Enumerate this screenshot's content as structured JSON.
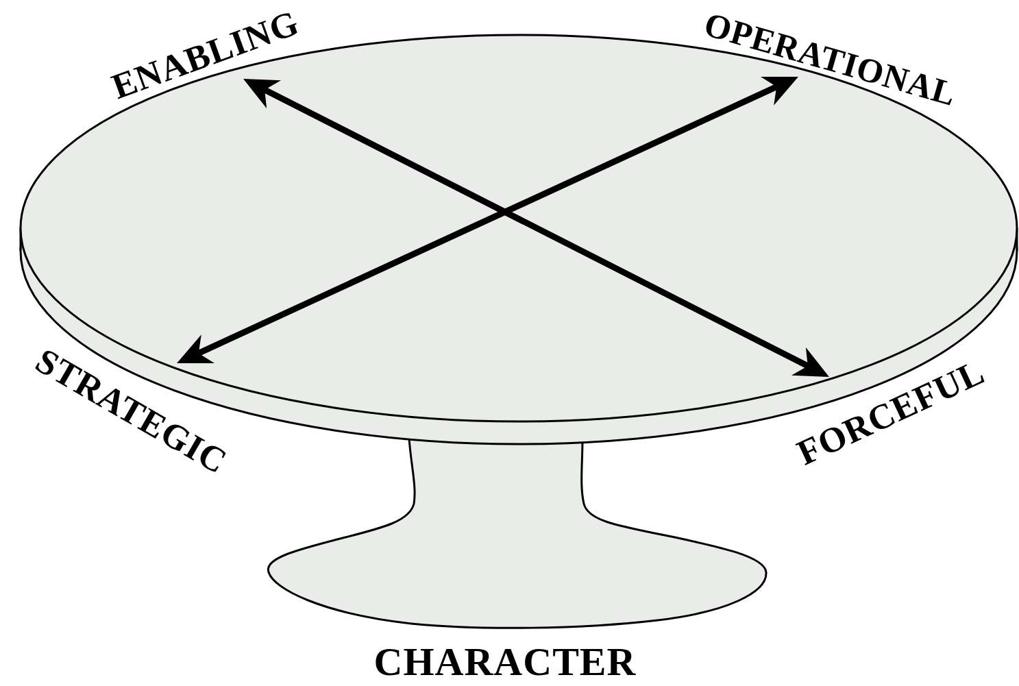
{
  "diagram": {
    "labels": [
      "ENABLING",
      "OPERATIONAL",
      "STRATEGIC",
      "FORCEFUL",
      "CHARACTER"
    ]
  }
}
